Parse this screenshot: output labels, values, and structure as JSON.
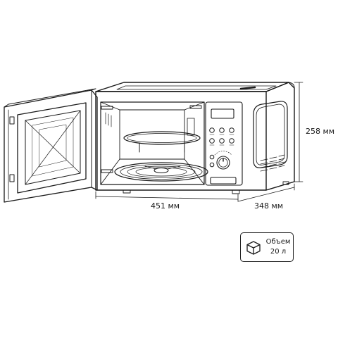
{
  "dimensions": {
    "height": "258 мм",
    "width": "451 мм",
    "depth": "348 мм"
  },
  "volume_badge": {
    "label": "Объем",
    "value": "20 л",
    "icon": "cube-icon"
  },
  "colors": {
    "line": "#1a1a1a",
    "background": "#ffffff"
  }
}
